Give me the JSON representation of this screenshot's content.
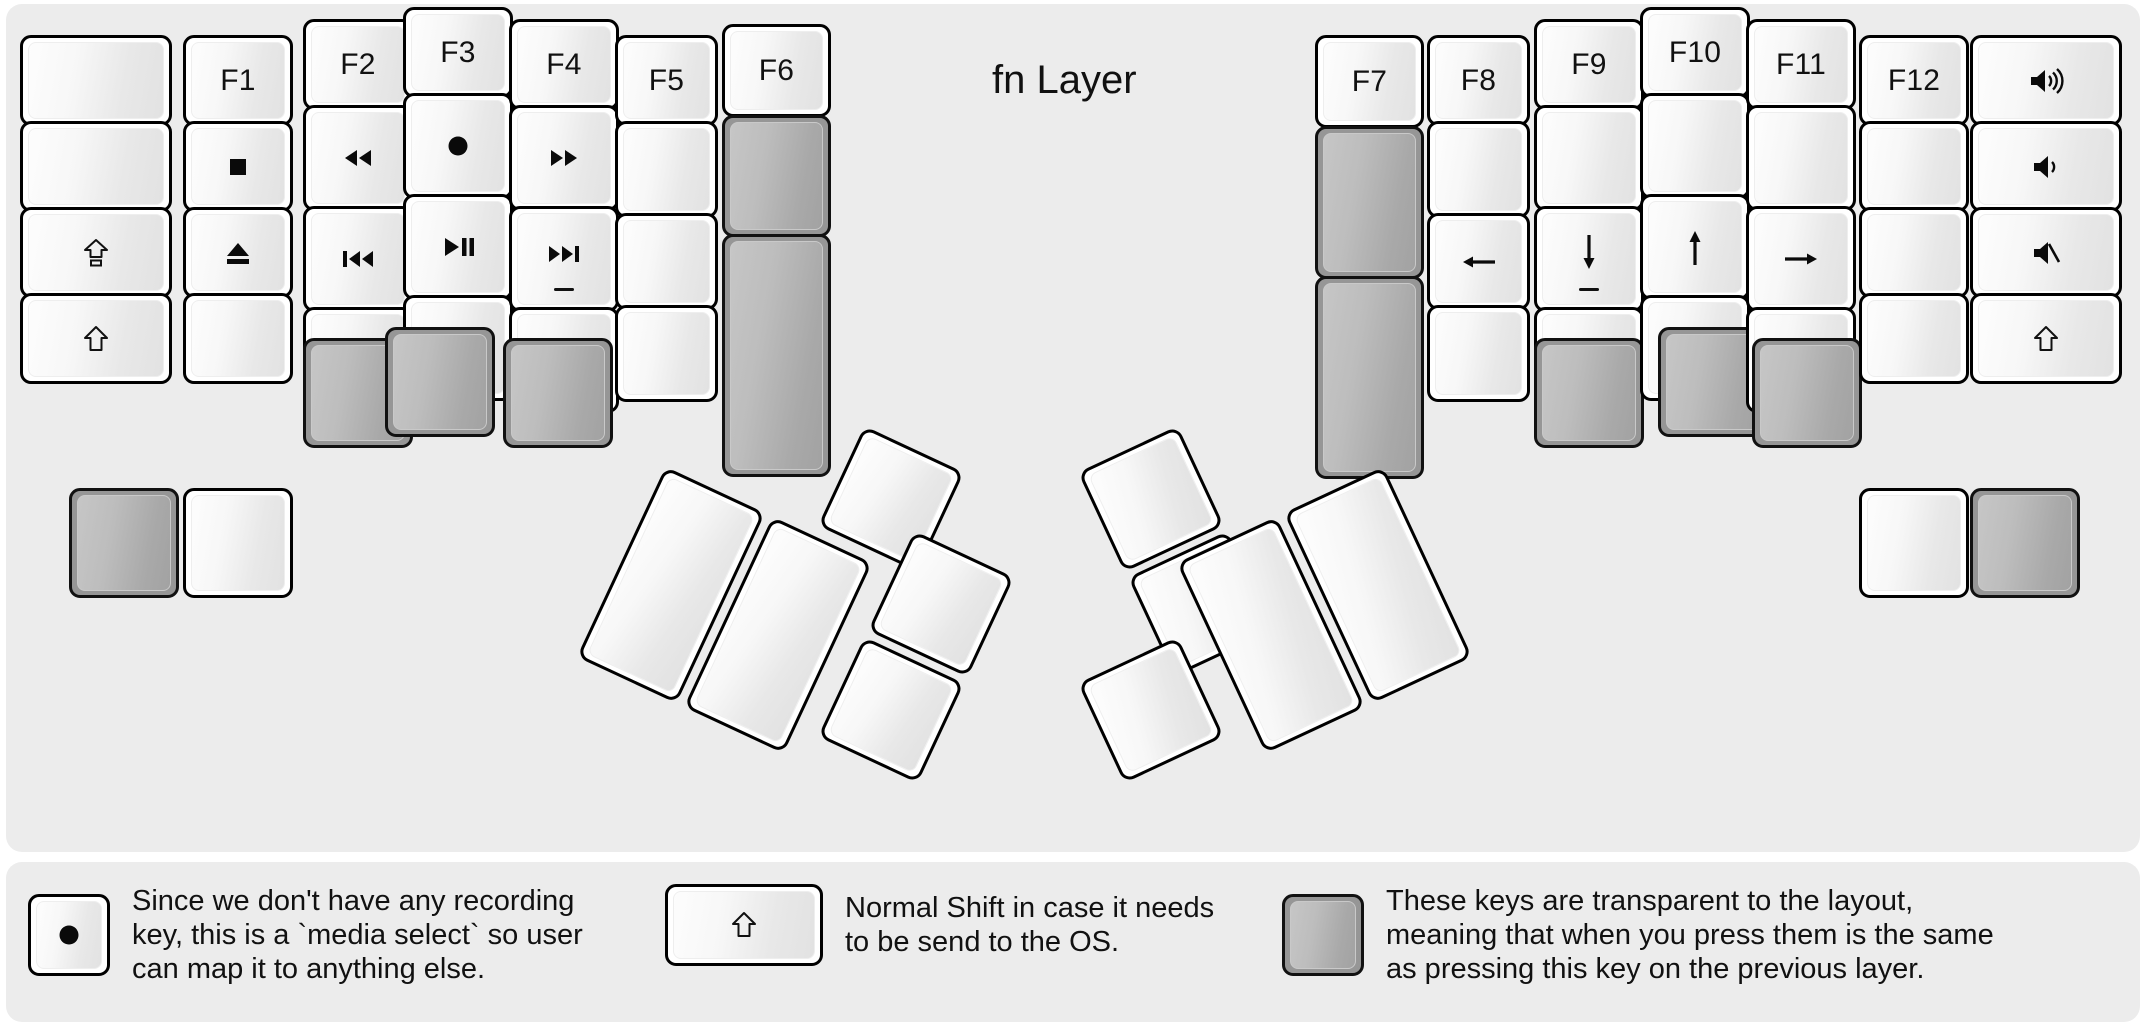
{
  "title": "fn Layer",
  "colors": {
    "background": "#ececec",
    "key_face": "#f4f4f4",
    "key_border": "#000000",
    "transparent_key": "#9a9a9a"
  },
  "keyboard": {
    "left_half": {
      "columns": [
        {
          "name": "col-pinky-outer",
          "keys": [
            {
              "label": "",
              "glyph": "",
              "state": "blank"
            },
            {
              "label": "",
              "glyph": "",
              "state": "blank"
            },
            {
              "label": "",
              "glyph": "caps-lock-icon",
              "state": "glyph"
            },
            {
              "label": "",
              "glyph": "shift-icon",
              "state": "glyph"
            }
          ]
        },
        {
          "name": "col-pinky",
          "keys": [
            {
              "label": "F1",
              "glyph": "",
              "state": "label"
            },
            {
              "label": "",
              "glyph": "media-stop-icon",
              "state": "glyph"
            },
            {
              "label": "",
              "glyph": "media-eject-icon",
              "state": "glyph"
            },
            {
              "label": "",
              "glyph": "",
              "state": "blank"
            },
            {
              "label": "",
              "glyph": "",
              "state": "blank"
            }
          ]
        },
        {
          "name": "col-ring",
          "keys": [
            {
              "label": "F2",
              "glyph": "",
              "state": "label"
            },
            {
              "label": "",
              "glyph": "media-rewind-icon",
              "state": "glyph"
            },
            {
              "label": "",
              "glyph": "media-previous-icon",
              "state": "glyph"
            },
            {
              "label": "",
              "glyph": "",
              "state": "blank"
            },
            {
              "label": "",
              "glyph": "",
              "state": "transparent"
            }
          ]
        },
        {
          "name": "col-middle",
          "keys": [
            {
              "label": "F3",
              "glyph": "",
              "state": "label"
            },
            {
              "label": "",
              "glyph": "media-record-icon",
              "state": "glyph"
            },
            {
              "label": "",
              "glyph": "media-play-pause-icon",
              "state": "glyph"
            },
            {
              "label": "",
              "glyph": "",
              "state": "blank"
            },
            {
              "label": "",
              "glyph": "",
              "state": "transparent"
            }
          ]
        },
        {
          "name": "col-index",
          "keys": [
            {
              "label": "F4",
              "glyph": "",
              "state": "label"
            },
            {
              "label": "",
              "glyph": "media-fast-forward-icon",
              "state": "glyph"
            },
            {
              "label": "",
              "glyph": "media-next-icon",
              "state": "glyph",
              "homing": true
            },
            {
              "label": "",
              "glyph": "",
              "state": "blank"
            },
            {
              "label": "",
              "glyph": "",
              "state": "transparent"
            }
          ]
        },
        {
          "name": "col-inner",
          "keys": [
            {
              "label": "F5",
              "glyph": "",
              "state": "label"
            },
            {
              "label": "",
              "glyph": "",
              "state": "blank"
            },
            {
              "label": "",
              "glyph": "",
              "state": "blank"
            },
            {
              "label": "",
              "glyph": "",
              "state": "blank"
            }
          ]
        },
        {
          "name": "col-innermost",
          "keys": [
            {
              "label": "F6",
              "glyph": "",
              "state": "label"
            },
            {
              "label": "",
              "glyph": "",
              "state": "transparent"
            },
            {
              "label": "",
              "glyph": "",
              "state": "transparent"
            }
          ]
        }
      ],
      "thumb_cluster": [
        {
          "name": "thumb-big-1",
          "state": "blank"
        },
        {
          "name": "thumb-big-2",
          "state": "blank"
        },
        {
          "name": "thumb-small-top",
          "state": "blank"
        },
        {
          "name": "thumb-small-mid",
          "state": "blank"
        },
        {
          "name": "thumb-small-bottom",
          "state": "blank"
        }
      ]
    },
    "right_half": {
      "columns": [
        {
          "name": "col-inner-right",
          "keys": [
            {
              "label": "F7",
              "glyph": "",
              "state": "label"
            },
            {
              "label": "",
              "glyph": "",
              "state": "transparent"
            },
            {
              "label": "",
              "glyph": "",
              "state": "transparent"
            }
          ]
        },
        {
          "name": "col-index-right",
          "keys": [
            {
              "label": "F8",
              "glyph": "",
              "state": "label"
            },
            {
              "label": "",
              "glyph": "",
              "state": "blank"
            },
            {
              "label": "",
              "glyph": "arrow-left-icon",
              "state": "glyph"
            },
            {
              "label": "",
              "glyph": "",
              "state": "blank"
            }
          ]
        },
        {
          "name": "col-middle-right",
          "keys": [
            {
              "label": "F9",
              "glyph": "",
              "state": "label"
            },
            {
              "label": "",
              "glyph": "",
              "state": "blank"
            },
            {
              "label": "",
              "glyph": "arrow-down-icon",
              "state": "glyph",
              "homing": true
            },
            {
              "label": "",
              "glyph": "",
              "state": "blank"
            },
            {
              "label": "",
              "glyph": "",
              "state": "transparent"
            }
          ]
        },
        {
          "name": "col-ring-right",
          "keys": [
            {
              "label": "F10",
              "glyph": "",
              "state": "label"
            },
            {
              "label": "",
              "glyph": "",
              "state": "blank"
            },
            {
              "label": "",
              "glyph": "arrow-up-icon",
              "state": "glyph"
            },
            {
              "label": "",
              "glyph": "",
              "state": "blank"
            },
            {
              "label": "",
              "glyph": "",
              "state": "transparent"
            }
          ]
        },
        {
          "name": "col-pinky-right",
          "keys": [
            {
              "label": "F11",
              "glyph": "",
              "state": "label"
            },
            {
              "label": "",
              "glyph": "",
              "state": "blank"
            },
            {
              "label": "",
              "glyph": "arrow-right-icon",
              "state": "glyph"
            },
            {
              "label": "",
              "glyph": "",
              "state": "blank"
            },
            {
              "label": "",
              "glyph": "",
              "state": "transparent"
            }
          ]
        },
        {
          "name": "col-pinky-outer-right",
          "keys": [
            {
              "label": "F12",
              "glyph": "",
              "state": "label"
            },
            {
              "label": "",
              "glyph": "",
              "state": "blank"
            },
            {
              "label": "",
              "glyph": "",
              "state": "blank"
            },
            {
              "label": "",
              "glyph": "",
              "state": "blank"
            }
          ]
        },
        {
          "name": "col-outermost-right",
          "keys": [
            {
              "label": "",
              "glyph": "volume-up-icon",
              "state": "glyph"
            },
            {
              "label": "",
              "glyph": "volume-down-icon",
              "state": "glyph"
            },
            {
              "label": "",
              "glyph": "volume-mute-icon",
              "state": "glyph"
            },
            {
              "label": "",
              "glyph": "shift-icon",
              "state": "glyph"
            },
            {
              "label": "",
              "glyph": "",
              "state": "transparent"
            }
          ]
        }
      ],
      "thumb_cluster": [
        {
          "name": "thumb-small-top",
          "state": "blank"
        },
        {
          "name": "thumb-small-mid",
          "state": "blank"
        },
        {
          "name": "thumb-small-bottom",
          "state": "blank"
        },
        {
          "name": "thumb-big-1",
          "state": "blank"
        },
        {
          "name": "thumb-big-2",
          "state": "blank"
        }
      ]
    }
  },
  "legend": [
    {
      "icon": "media-record-icon",
      "key_style": "normal",
      "text": "Since we don't have any recording\nkey, this is a `media select` so user\ncan map it to anything else."
    },
    {
      "icon": "shift-icon",
      "key_style": "wide",
      "text": "Normal Shift in case it needs\nto be send to the OS."
    },
    {
      "icon": "",
      "key_style": "transparent",
      "text": "These keys are transparent to the layout,\nmeaning that when you press them is the same\nas pressing this key on the previous layer."
    }
  ]
}
